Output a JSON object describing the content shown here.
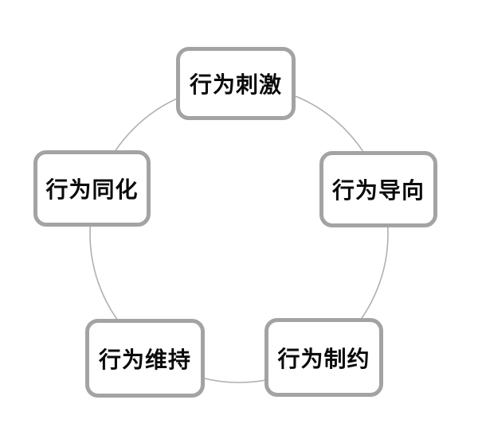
{
  "diagram": {
    "type": "cycle-diagram",
    "background_color": "#ffffff",
    "circle_color": "#b0b0b0",
    "node_border_color": "#a3a3a3",
    "node_fill_color": "#ffffff",
    "text_color": "#0a0a0a",
    "nodes": [
      {
        "id": "behavior-stimulation",
        "position": "top",
        "label": "行为刺激"
      },
      {
        "id": "behavior-orientation",
        "position": "right",
        "label": "行为导向"
      },
      {
        "id": "behavior-constraint",
        "position": "bottom-right",
        "label": "行为制约"
      },
      {
        "id": "behavior-maintenance",
        "position": "bottom-left",
        "label": "行为维持"
      },
      {
        "id": "behavior-assimilation",
        "position": "left",
        "label": "行为同化"
      }
    ]
  }
}
